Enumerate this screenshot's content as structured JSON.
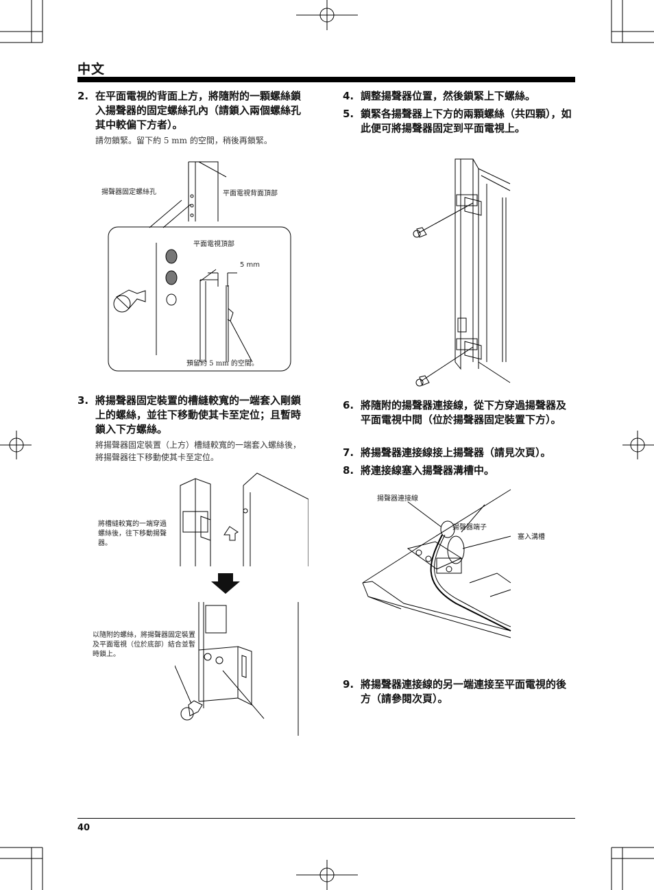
{
  "header": {
    "title": "中文"
  },
  "steps": {
    "s2": {
      "num": "2.",
      "text": "在平面電視的背面上方，將隨附的一顆螺絲鎖入揚聲器的固定螺絲孔內（請鎖入兩個螺絲孔其中較偏下方者）。",
      "note": "請勿鎖緊。留下約 5 mm 的空間，稍後再鎖緊。"
    },
    "s3": {
      "num": "3.",
      "text": "將揚聲器固定裝置的槽縫較寬的一端套入剛鎖上的螺絲，並往下移動使其卡至定位；且暫時鎖入下方螺絲。",
      "note": "將揚聲器固定裝置（上方）槽縫較寬的一端套入螺絲後，將揚聲器往下移動使其卡至定位。"
    },
    "s4": {
      "num": "4.",
      "text": "調整揚聲器位置，然後鎖緊上下螺絲。"
    },
    "s5": {
      "num": "5.",
      "text": "鎖緊各揚聲器上下方的兩顆螺絲（共四顆），如此便可將揚聲器固定到平面電視上。"
    },
    "s6": {
      "num": "6.",
      "text": "將隨附的揚聲器連接線，從下方穿過揚聲器及平面電視中間（位於揚聲器固定裝置下方）。"
    },
    "s7": {
      "num": "7.",
      "text": "將揚聲器連接線接上揚聲器（請見次頁）。"
    },
    "s8": {
      "num": "8.",
      "text": "將連接線塞入揚聲器溝槽中。"
    },
    "s9": {
      "num": "9.",
      "text": "將揚聲器連接線的另一端連接至平面電視的後方（請參閱次頁）。"
    }
  },
  "figures": {
    "fig1": {
      "label_hole": "揚聲器固定螺絲孔",
      "label_rear_top": "平面電視背面頂部",
      "label_top": "平面電視頂部",
      "label_5mm": "5 mm",
      "label_gap": "預留約 5 mm 的空間。"
    },
    "fig2": {
      "label_slot": "將槽縫較寬的一端穿過螺絲後，往下移動揚聲器。",
      "label_screw": "以隨附的螺絲，將揚聲器固定裝置及平面電視（位於底部）結合並暫時鎖上。"
    },
    "fig4": {
      "label_cable": "揚聲器連接線",
      "label_terminal": "揚聲器端子",
      "label_groove": "塞入溝槽"
    }
  },
  "footer": {
    "page": "40"
  }
}
